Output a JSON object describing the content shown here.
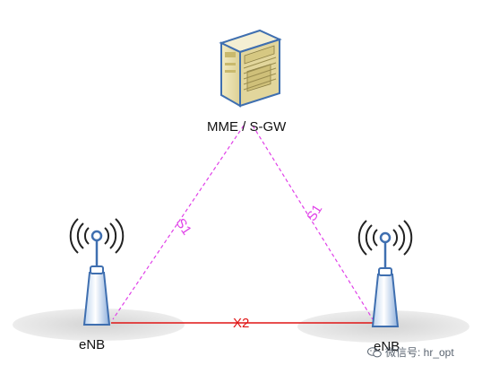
{
  "nodes": {
    "core": {
      "label": "MME / S-GW",
      "icon": "server-icon"
    },
    "enb_left": {
      "label": "eNB",
      "icon": "antenna-icon"
    },
    "enb_right": {
      "label": "eNB",
      "icon": "antenna-icon"
    }
  },
  "links": {
    "s1_left": {
      "label": "S1",
      "color": "#e040e8",
      "style": "dashed"
    },
    "s1_right": {
      "label": "S1",
      "color": "#e040e8",
      "style": "dashed"
    },
    "x2": {
      "label": "X2",
      "color": "#e01515",
      "style": "solid"
    }
  },
  "watermark": {
    "text": "微信号: hr_opt",
    "icon": "wechat-icon"
  },
  "colors": {
    "antenna_blue": "#3f6fb0",
    "server_body": "#e9dfa7",
    "shadow": "#d9d9d9"
  }
}
